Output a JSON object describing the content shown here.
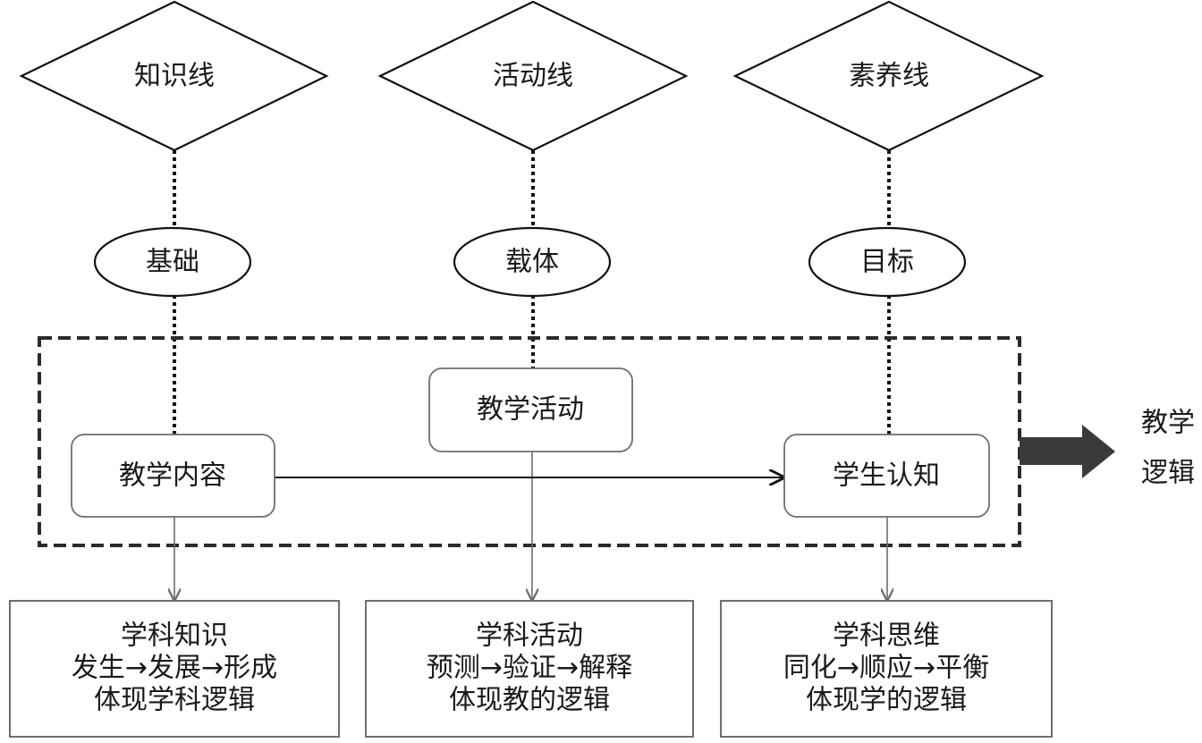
{
  "lines": [
    {
      "label": "知识线",
      "role": "基础",
      "node": "教学内容"
    },
    {
      "label": "活动线",
      "role": "载体",
      "node": "教学活动"
    },
    {
      "label": "素养线",
      "role": "目标",
      "node": "学生认知"
    }
  ],
  "outcomes": [
    {
      "title": "学科知识",
      "process": "发生→发展→形成",
      "logic": "体现学科逻辑"
    },
    {
      "title": "学科活动",
      "process": "预测→验证→解释",
      "logic": "体现教的逻辑"
    },
    {
      "title": "学科思维",
      "process": "同化→顺应→平衡",
      "logic": "体现学的逻辑"
    }
  ],
  "result": {
    "line1": "教学",
    "line2": "逻辑"
  },
  "colors": {
    "stroke_dark": "#111111",
    "stroke_gray": "#6e6e6e",
    "big_arrow": "#3a3a3a"
  }
}
